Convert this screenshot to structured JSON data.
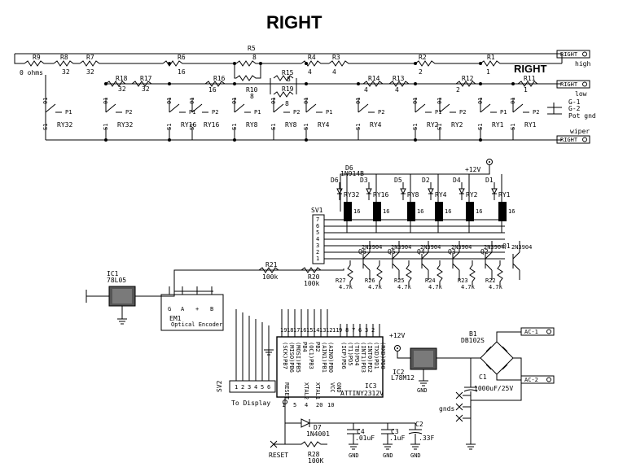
{
  "title": "RIGHT",
  "relay_label": "RIGHT",
  "connectors": {
    "right_high": "RIGHT",
    "right_low": "RIGHT",
    "right_wiper": "RIGHT",
    "high": "high",
    "low": "low",
    "wiper": "wiper",
    "g1": "G-1",
    "g2": "G-2",
    "pot_gnd": "Pot gnd",
    "ac1": "AC-1",
    "ac2": "AC-2",
    "gnds": "gnds",
    "to_display": "To Display",
    "reset": "RESET"
  },
  "resistors": {
    "r5": "R5",
    "r9": "R9",
    "r9v": "0 ohms",
    "r8": "R8",
    "r8v": "32",
    "r7": "R7",
    "r7v": "32",
    "r6": "R6",
    "r6v": "16",
    "r5v": "8",
    "r10": "R10",
    "r10v": "8",
    "r4": "R4",
    "r4v": "4",
    "r3": "R3",
    "r3v": "4",
    "r2": "R2",
    "r2v": "2",
    "r1": "R1",
    "r1v": "1",
    "r18": "R18",
    "r18v": "32",
    "r17": "R17",
    "r17v": "32",
    "r16": "R16",
    "r16v": "16",
    "r15": "R15",
    "r15v": "8",
    "r19": "R19",
    "r19v": "8",
    "r14": "R14",
    "r14v": "4",
    "r13": "R13",
    "r13v": "4",
    "r12": "R12",
    "r12v": "2",
    "r11": "R11",
    "r11v": "1",
    "r21": "R21",
    "r21v": "100k",
    "r20": "R20",
    "r20v": "100k",
    "r22": "R22",
    "r23": "R23",
    "r24": "R24",
    "r25": "R25",
    "r26": "R26",
    "r27": "R27",
    "r47k": "4.7k",
    "r28": "R28",
    "r28v": "100K"
  },
  "relays": [
    "RY32",
    "RY32",
    "RY16",
    "RY16",
    "RY8",
    "RY8",
    "RY4",
    "RY4",
    "RY2",
    "RY2",
    "RY1",
    "RY1"
  ],
  "relay_coils": [
    "RY32",
    "RY16",
    "RY8",
    "RY4",
    "RY2",
    "RY1"
  ],
  "diodes": {
    "d1": "D1",
    "d2": "D2",
    "d3": "D3",
    "d4": "D4",
    "d5": "D5",
    "d6": "D6",
    "d6v": "1N914B",
    "d7": "D7",
    "d7v": "1N4001"
  },
  "transistors": {
    "q1": "Q1",
    "q2": "Q2",
    "q3": "Q3",
    "q4": "Q4",
    "q5": "Q5",
    "q6": "Q6",
    "type": "2N3904"
  },
  "supplies": {
    "v12a": "+12V",
    "v12b": "+12V",
    "gnd": "GND"
  },
  "ics": {
    "ic1": "IC1",
    "ic1v": "78L05",
    "ic2": "IC2",
    "ic2v": "L78M12",
    "ic3": "IC3",
    "ic3v": "ATTINY2312V",
    "em1": "EM1",
    "em1v": "Optical Encoder",
    "b1": "B1",
    "b1v": "DB102S"
  },
  "caps": {
    "c1": "C1",
    "c1v": "1000uF/25V",
    "c2": "C2",
    "c2v": ".33F",
    "c3": "C3",
    "c3v": ".1uF",
    "c4": "C4",
    "c4v": ".01uF"
  },
  "sv1": "SV1",
  "sv2": "SV2",
  "ic3_pins_left": [
    "(SCK)PB7",
    "(MISO)PB6",
    "(MOSI)PB5",
    "PB4",
    "(OC1)PB3",
    "PB2",
    "(AIN1)PB1",
    "(AIN0)PB0"
  ],
  "ic3_pins_right": [
    "(ICP)PD6",
    "(T1)PD5",
    "(T0)PD4",
    "(INT1)PD3",
    "(INT0)PD2",
    "(TXD)PD1",
    "(RXD)PD0"
  ],
  "ic3_misc": [
    "RESET",
    "XTAL2",
    "XTAL1",
    "VCC",
    "GND"
  ],
  "em1_pins": [
    "G",
    "A",
    "+",
    "B"
  ],
  "sv1_pins": [
    "7",
    "6",
    "5",
    "4",
    "3",
    "2",
    "1"
  ],
  "sv2_pins": [
    "1",
    "2",
    "3",
    "4",
    "5",
    "6"
  ],
  "pin_nums_top": [
    "19",
    "18",
    "17",
    "16",
    "15",
    "14",
    "13",
    "12",
    "11",
    "9",
    "8",
    "7",
    "6",
    "3",
    "2"
  ],
  "pin_nums_misc": [
    "1",
    "5",
    "4",
    "20",
    "10"
  ]
}
